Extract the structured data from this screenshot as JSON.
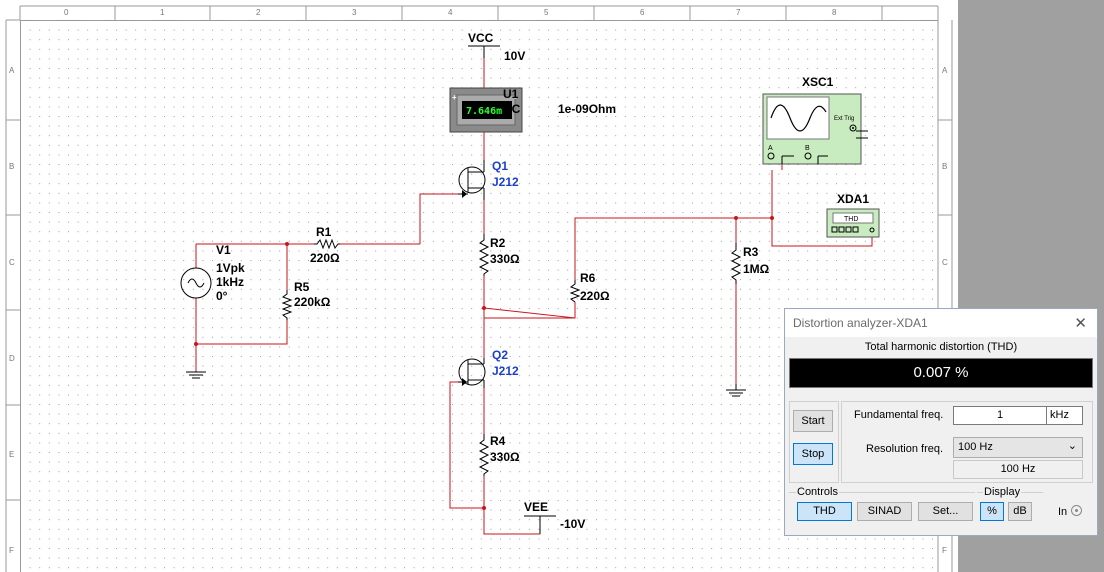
{
  "ruler": {
    "columns": [
      "0",
      "1",
      "2",
      "3",
      "4",
      "5",
      "6",
      "7",
      "8"
    ],
    "rows": [
      "A",
      "B",
      "C",
      "D",
      "E",
      "F"
    ]
  },
  "schematic": {
    "vcc": {
      "name": "VCC",
      "value": "10V"
    },
    "vee": {
      "name": "VEE",
      "value": "-10V"
    },
    "u1": {
      "name": "U1",
      "reading": "7.646m",
      "mode": "DC",
      "resistance": "1e-09Ohm"
    },
    "q1": {
      "name": "Q1",
      "model": "J212"
    },
    "q2": {
      "name": "Q2",
      "model": "J212"
    },
    "v1": {
      "name": "V1",
      "amplitude": "1Vpk",
      "frequency": "1kHz",
      "phase": "0°"
    },
    "r1": {
      "name": "R1",
      "value": "220Ω"
    },
    "r2": {
      "name": "R2",
      "value": "330Ω"
    },
    "r3": {
      "name": "R3",
      "value": "1MΩ"
    },
    "r4": {
      "name": "R4",
      "value": "330Ω"
    },
    "r5": {
      "name": "R5",
      "value": "220kΩ"
    },
    "r6": {
      "name": "R6",
      "value": "220Ω"
    },
    "xsc1": {
      "name": "XSC1",
      "ext_trig": "Ext Trig",
      "channel_a": "A",
      "channel_b": "B"
    },
    "xda1": {
      "name": "XDA1",
      "face": "THD"
    }
  },
  "analyzer": {
    "title": "Distortion analyzer-XDA1",
    "thd_label": "Total harmonic distortion (THD)",
    "thd_value": "0.007 %",
    "start_label": "Start",
    "stop_label": "Stop",
    "fundamental_label": "Fundamental freq.",
    "fundamental_value": "1",
    "fundamental_unit": "kHz",
    "resolution_label": "Resolution freq.",
    "resolution_selected": "100 Hz",
    "resolution_readout": "100 Hz",
    "controls_label": "Controls",
    "thd_button": "THD",
    "sinad_button": "SINAD",
    "set_button": "Set...",
    "display_label": "Display",
    "percent_button": "%",
    "db_button": "dB",
    "in_label": "In"
  }
}
